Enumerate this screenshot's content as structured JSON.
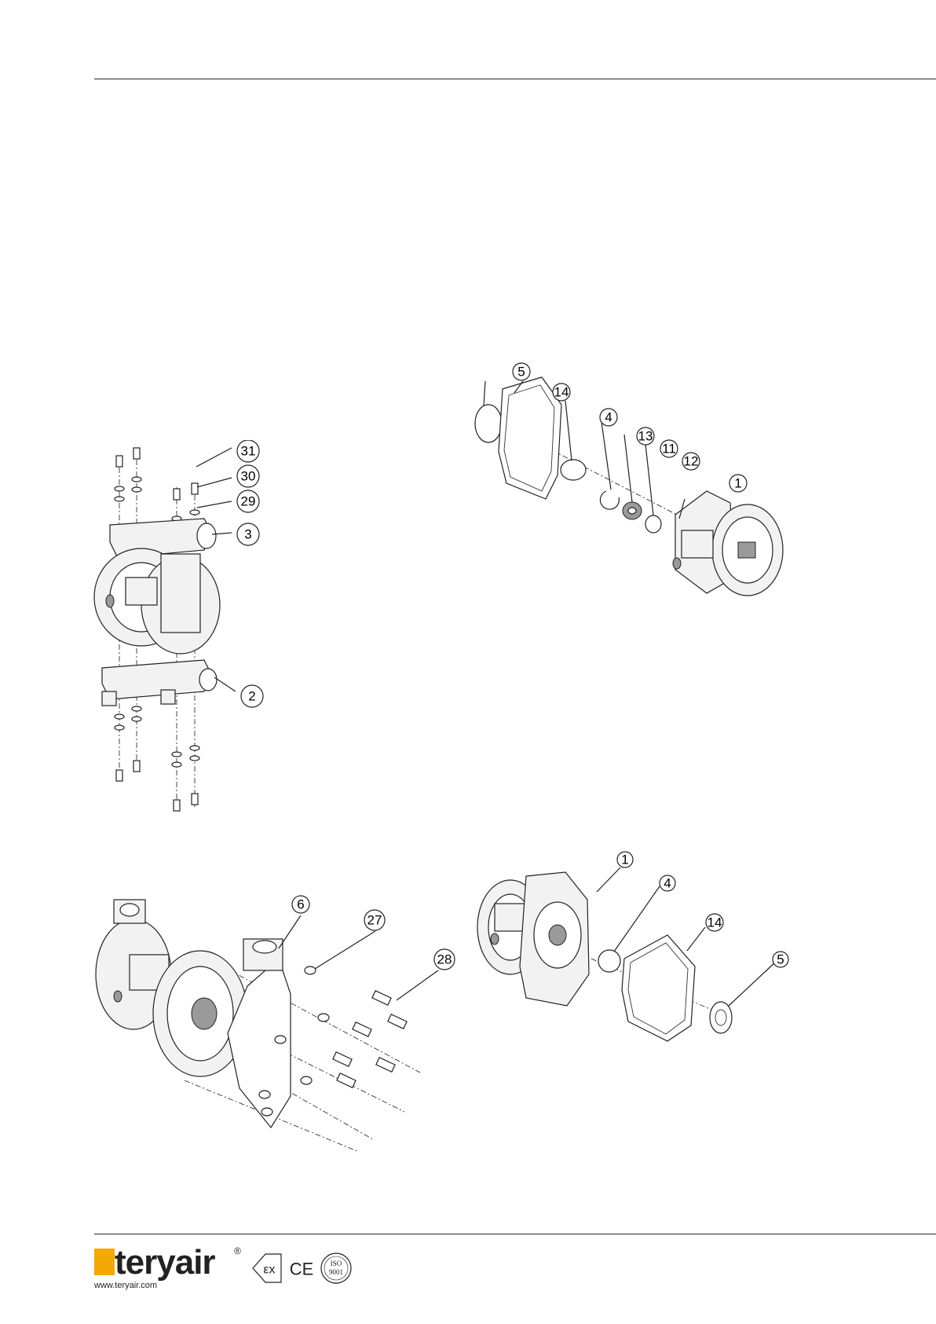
{
  "callouts": {
    "fig1": [
      "31",
      "30",
      "29",
      "3",
      "2"
    ],
    "fig2": [
      "5",
      "14",
      "4",
      "13",
      "11",
      "12",
      "1"
    ],
    "fig3": [
      "6",
      "27",
      "28"
    ],
    "fig4": [
      "1",
      "4",
      "14",
      "5"
    ]
  },
  "footer": {
    "brand": "teryair",
    "registered": "®",
    "url": "www.teryair.com",
    "ex_mark": "εx",
    "ce_mark": "CE",
    "iso_top": "ISO",
    "iso_bottom": "9001"
  },
  "colors": {
    "logo_accent": "#f4a800",
    "line": "#222222"
  }
}
